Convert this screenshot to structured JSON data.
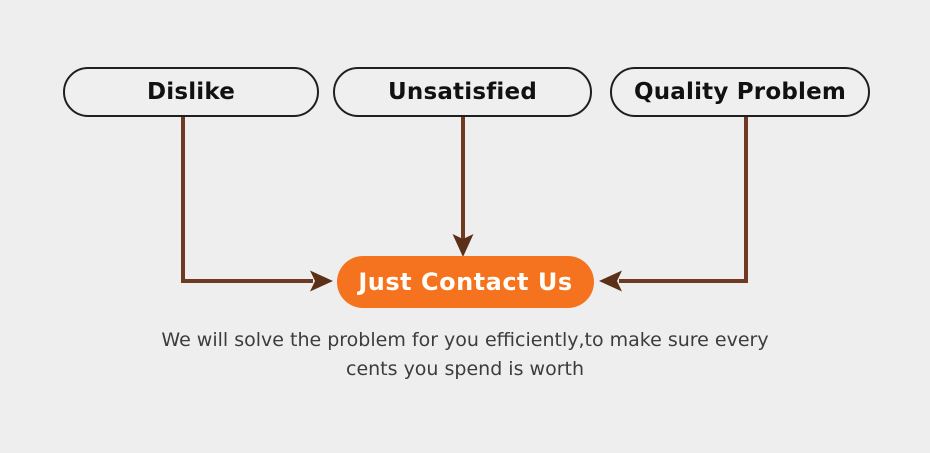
{
  "page": {
    "background_color": "#eeeeee"
  },
  "colors": {
    "accent_orange": "#f5731f",
    "arrow_line_brown": "#6e3a22",
    "arrow_head_brown": "#5c3018",
    "pill_border": "#1f1f1f",
    "pill_text": "#111111",
    "cta_text": "#fffdf8",
    "caption_text": "#3c3c3c"
  },
  "diagram": {
    "reasons": [
      {
        "label": "Dislike"
      },
      {
        "label": "Unsatisfied"
      },
      {
        "label": "Quality Problem"
      }
    ],
    "cta": {
      "label": "Just Contact Us"
    },
    "caption": {
      "line1": "We will solve the problem for you efficiently,to make sure every",
      "line2": "cents you spend is worth"
    }
  }
}
